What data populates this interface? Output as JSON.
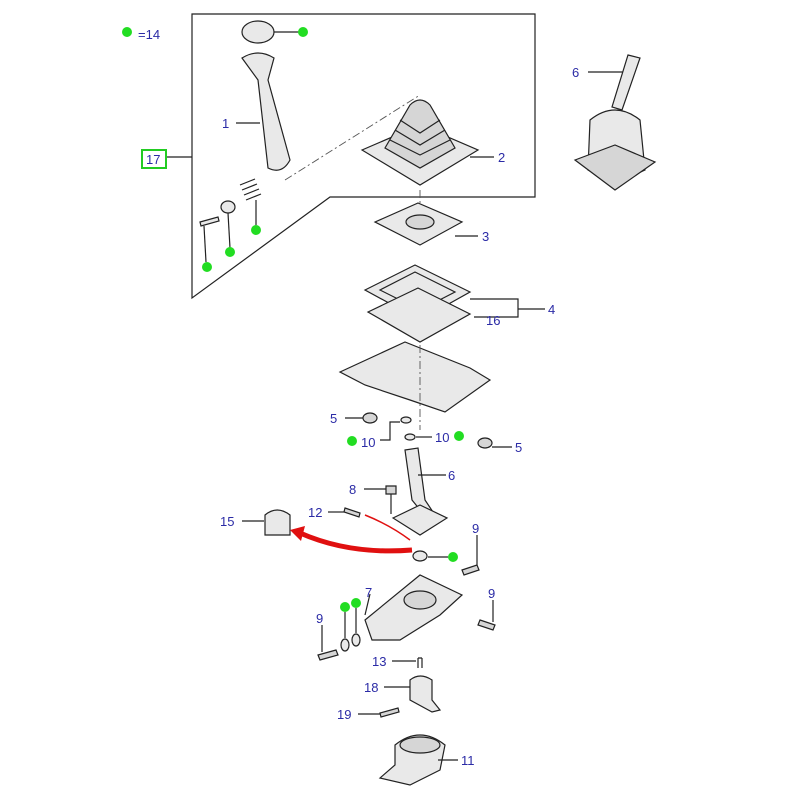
{
  "legend": {
    "equals_label": "=14",
    "dot_color": "#22dd22"
  },
  "group_label": "17",
  "callouts": {
    "c1": "1",
    "c2": "2",
    "c3": "3",
    "c4": "4",
    "c16": "16",
    "c5a": "5",
    "c5b": "5",
    "c10a": "10",
    "c10b": "10",
    "c6top": "6",
    "c6": "6",
    "c8": "8",
    "c12": "12",
    "c15": "15",
    "c9a": "9",
    "c9b": "9",
    "c9c": "9",
    "c7": "7",
    "c13": "13",
    "c18": "18",
    "c19": "19",
    "c11": "11"
  },
  "colors": {
    "label": "#2b2ba6",
    "arrow": "#e01010",
    "highlight_box": "#22cc22"
  }
}
